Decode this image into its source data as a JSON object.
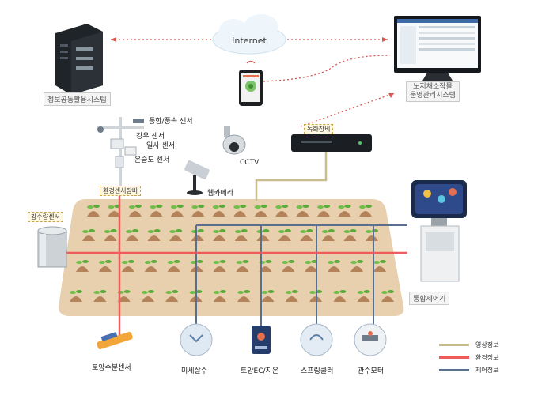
{
  "labels": {
    "internet": "Internet",
    "info_system": "정보공동활용시스템",
    "mgmt_system_line1": "노지채소작물",
    "mgmt_system_line2": "운영관리시스템",
    "recorder": "녹화장비",
    "cctv": "CCTV",
    "webcam": "웹카메라",
    "env_sensor_device": "환경센서장비",
    "rain_sensor": "강수량센서",
    "wind_sensor": "풍향/풍속 센서",
    "rain_detect_sensor": "강우 센서",
    "solar_sensor": "일사 센서",
    "humidity_sensor": "온습도 센서",
    "controller": "통합제어기",
    "soil_moisture": "토양수분센서",
    "mist_sprinkler": "미세살수",
    "soil_ec": "토양EC/지온",
    "sprinkler": "스프링쿨러",
    "irrigation_motor": "관수모터"
  },
  "legend": [
    {
      "label": "영상정보",
      "color": "#c9bd8f"
    },
    {
      "label": "환경정보",
      "color": "#ef5b5b"
    },
    {
      "label": "제어정보",
      "color": "#5a6f8f"
    }
  ]
}
